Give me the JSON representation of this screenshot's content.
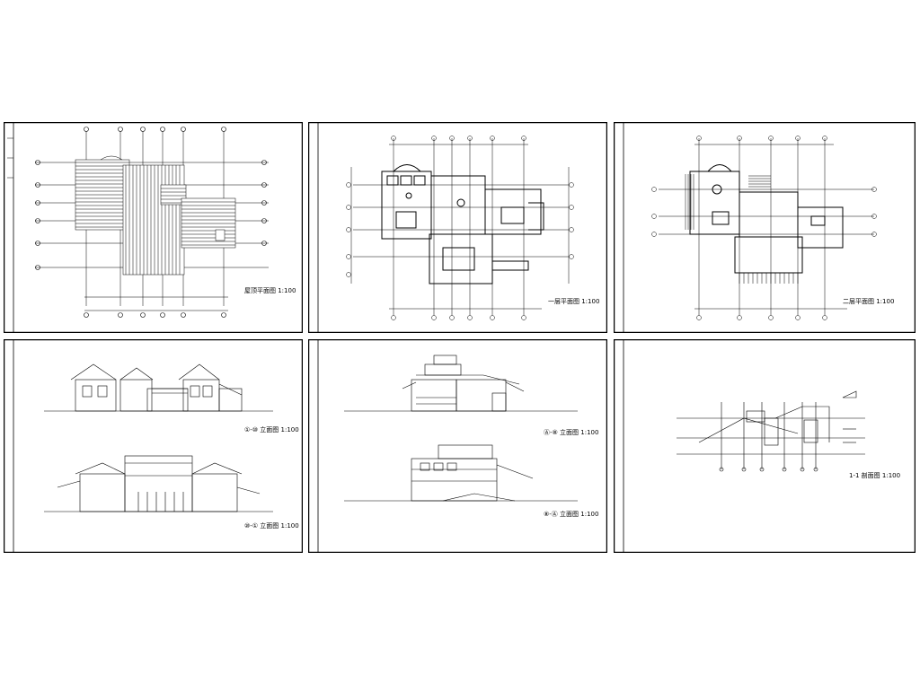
{
  "sheets": [
    {
      "caption": "屋顶平面图 1:100"
    },
    {
      "caption": "一层平面图 1:100"
    },
    {
      "caption": "二层平面图 1:100"
    },
    {
      "caption": "⑩-① 立面图 1:100"
    },
    {
      "caption": "⑧-Ⓐ 立面图 1:100"
    },
    {
      "caption": "1-1 剖面图 1:100"
    }
  ],
  "extra_captions": {
    "sheet4_top": "①-⑩ 立面图 1:100",
    "sheet5_top": "Ⓐ-⑧ 立面图 1:100"
  },
  "colors": {
    "line": "#000000",
    "border": "#000000",
    "background": "#ffffff"
  }
}
